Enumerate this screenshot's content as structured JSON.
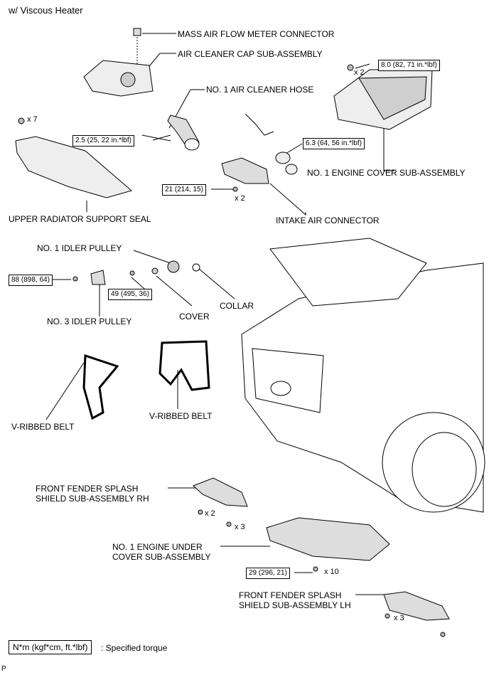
{
  "header": {
    "title": "w/ Viscous Heater"
  },
  "labels": {
    "mass_air_flow": "MASS AIR FLOW METER CONNECTOR",
    "air_cleaner_cap": "AIR CLEANER CAP SUB-ASSEMBLY",
    "air_cleaner_hose": "NO. 1 AIR CLEANER HOSE",
    "engine_cover": "NO. 1 ENGINE COVER SUB-ASSEMBLY",
    "upper_radiator": "UPPER RADIATOR SUPPORT SEAL",
    "intake_air": "INTAKE AIR CONNECTOR",
    "idler_pulley_1": "NO. 1 IDLER PULLEY",
    "idler_pulley_3": "NO. 3 IDLER PULLEY",
    "cover": "COVER",
    "collar": "COLLAR",
    "vbelt_left": "V-RIBBED BELT",
    "vbelt_right": "V-RIBBED BELT",
    "fender_rh": "FRONT FENDER SPLASH SHIELD SUB-ASSEMBLY RH",
    "under_cover": "NO. 1 ENGINE UNDER COVER SUB-ASSEMBLY",
    "fender_lh": "FRONT FENDER SPLASH SHIELD SUB-ASSEMBLY LH"
  },
  "torques": {
    "engine_cover": "8.0 (82, 71 in.*lbf)",
    "hose": "2.5 (25, 22 in.*lbf)",
    "intake_clamp": "6.3 (64, 56 in.*lbf)",
    "intake_bolt": "21 (214, 15)",
    "idler3": "88 (898, 64)",
    "idler1": "49 (495, 36)",
    "under_cover": "29 (296, 21)"
  },
  "quantities": {
    "engine_cover": "x 2",
    "radiator_seal": "x 7",
    "intake": "x 2",
    "fender_rh_a": "x 2",
    "fender_rh_b": "x 3",
    "under_cover": "x 10",
    "fender_lh": "x 3"
  },
  "legend": {
    "box": "N*m (kgf*cm, ft.*lbf)",
    "text": ": Specified torque"
  },
  "footer": {
    "code": "P"
  }
}
